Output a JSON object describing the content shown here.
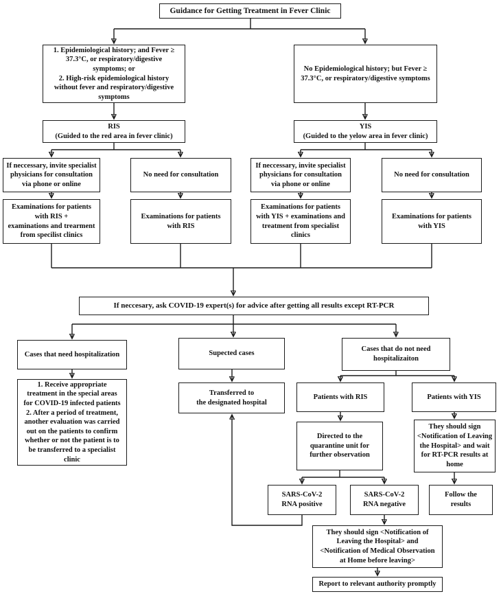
{
  "diagram": {
    "background_color": "#ffffff",
    "line_color": "#1a1a1a",
    "box_border_color": "#1a1a1a",
    "nodes": {
      "title": "Guidance for Getting Treatment in Fever Clinic",
      "criteria_with_history": "1.  Epidemiological history; and Fever ≥\n37.3°C, or respiratory/digestive\nsymptoms; or\n2. High-risk epidemiological history\nwithout fever and respiratory/digestive\nsymptoms",
      "criteria_no_history": "No Epidemiological history; but Fever ≥\n37.3°C, or respiratory/digestive symptoms",
      "ris": "RIS\n(Guided to the red area in fever clinic)",
      "yis": "YIS\n(Guided to the yelow area in fever clinic)",
      "ris_invite_specialist": "If neccessary, invite specialist\nphysicians for consultation\nvia phone or online",
      "ris_no_consultation": "No need for consultation",
      "yis_invite_specialist": "If neccessary, invite specialist\nphysicians for consultation\nvia phone or online",
      "yis_no_consultation": "No need for consultation",
      "ris_exam_specialist": "Examinations for patients\nwith RIS +\nexaminations and trearment\nfrom specilist clinics",
      "ris_exam": "Examinations for patients\nwith RIS",
      "yis_exam_specialist": "Examinations for patients\nwith YIS + examinations and\ntreatment from specialist\nclinics",
      "yis_exam": "Examinations for patients\nwith YIS",
      "ask_covid_expert": "If neccesary, ask COVID-19 expert(s) for advice after getting all results except RT-PCR",
      "need_hospitalization": "Cases that need hospitalization",
      "suspected_cases": "Supected cases",
      "no_hospitalization": "Cases that do not need\nhospitalizaiton",
      "receive_treatment": "1.  Receive appropriate\ntreatment in the special areas\nfor COVID-19 infected patients\n2. After a period of treatment,\nanother evaluation was carried\nout on the patients to confirm\nwhether or not the patient is to\nbe transferred to a specialist\nclinic",
      "transferred_hospital": "Transferred to\nthe designated hospital",
      "patients_ris": "Patients with RIS",
      "patients_yis": "Patients with YIS",
      "quarantine_observation": "Directed to the\nquarantine unit for\nfurther observation",
      "sign_wait_home": "They should sign\n<Notification of Leaving\nthe Hospital> and wait\nfor RT-PCR results at\nhome",
      "rna_positive": "SARS-CoV-2\nRNA positive",
      "rna_negative": "SARS-CoV-2\nRNA negative",
      "follow_results": "Follow the\nresults",
      "sign_notifications": "They should sign <Notification of\nLeaving the Hospital> and\n<Notification of Medical Observation\nat Home before leaving>",
      "report_authority": "Report to relevant authority promptly"
    }
  }
}
